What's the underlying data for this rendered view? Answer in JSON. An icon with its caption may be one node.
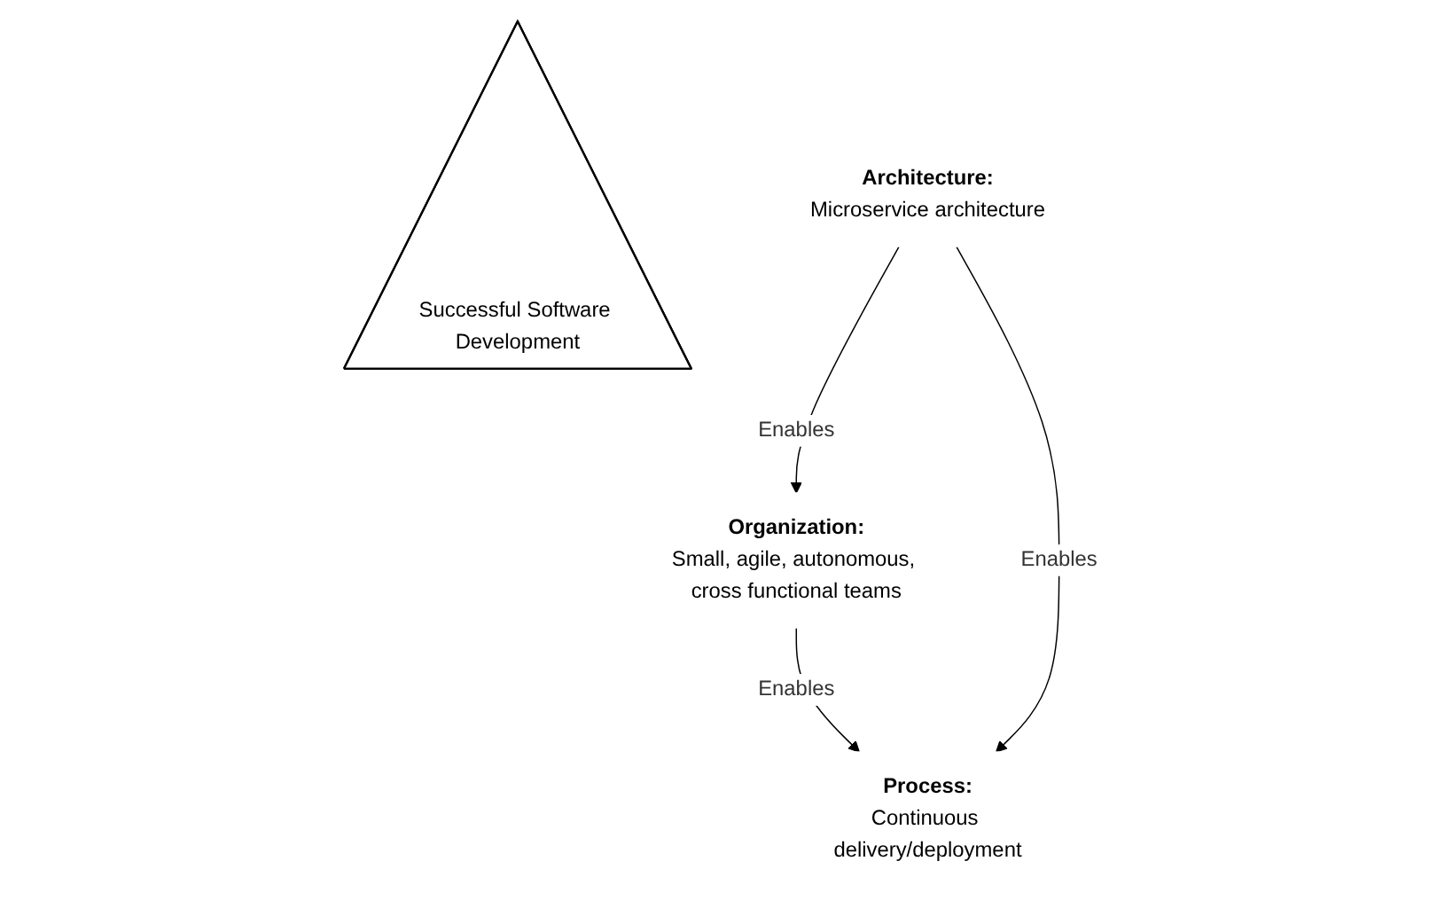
{
  "diagram": {
    "nodes": [
      {
        "text": [
          "Process:",
          "Continuous delivery/deployment"
        ]
      },
      {
        "text": [
          "Successful Software Development"
        ]
      },
      {
        "text": [
          "Organization:",
          "Small, agile, autonomous, cross functional teams"
        ]
      },
      {
        "text": [
          "Architecture:",
          "Microservice architecture"
        ]
      }
    ],
    "edges": [
      {
        "from": 2,
        "to": 0,
        "arrow": "to",
        "label": "Enables"
      },
      {
        "from": 3,
        "to": 0,
        "arrow": "to",
        "label": "Enables"
      },
      {
        "from": 3,
        "to": 2,
        "arrow": "to",
        "label": "Enables"
      }
    ]
  }
}
